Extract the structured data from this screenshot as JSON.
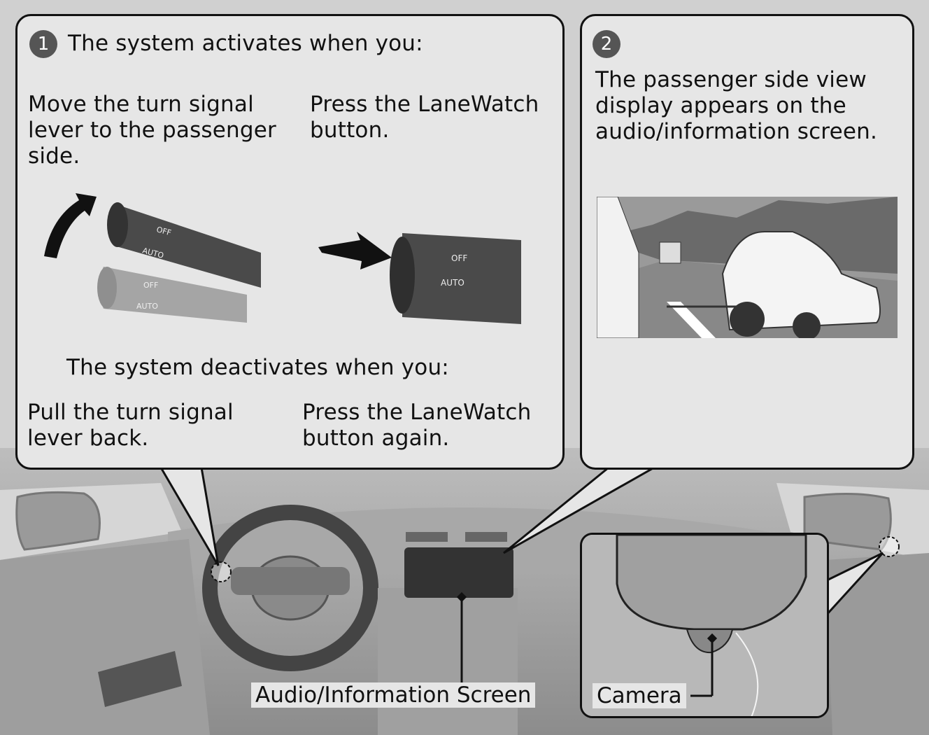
{
  "panel1": {
    "step_number": "1",
    "heading": "The system activates when you:",
    "activate_left": "Move the turn signal\nlever to the passenger\nside.",
    "activate_right": "Press the LaneWatch\nbutton.",
    "deactivate_heading": "The system deactivates when you:",
    "deactivate_left": "Pull the turn signal\nlever back.",
    "deactivate_right": "Press the LaneWatch\nbutton again."
  },
  "panel2": {
    "step_number": "2",
    "text": "The passenger side view\ndisplay appears on the\naudio/information screen."
  },
  "lever_labels": {
    "off": "OFF",
    "auto": "AUTO"
  },
  "callouts": {
    "screen": "Audio/Information Screen",
    "camera": "Camera"
  }
}
